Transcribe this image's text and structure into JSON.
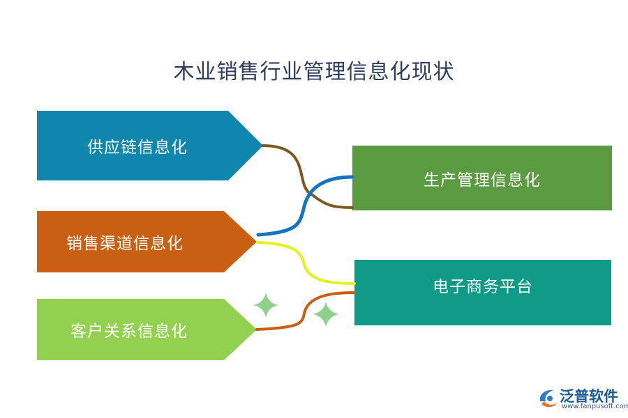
{
  "title": "木业销售行业管理信息化现状",
  "left_items": [
    {
      "label": "供应链信息化",
      "color": "#0e86ad"
    },
    {
      "label": "销售渠道信息化",
      "color": "#c85f13"
    },
    {
      "label": "客户关系信息化",
      "color": "#92d050"
    }
  ],
  "right_items": [
    {
      "label": "生产管理信息化",
      "color": "#5a9a40"
    },
    {
      "label": "电子商务平台",
      "color": "#0f9a87"
    }
  ],
  "connector_colors": [
    "#7a5a1e",
    "#1473c2",
    "#e2f21d",
    "#c85f13"
  ],
  "sparkle_color": "#8fd08a",
  "logo": {
    "name": "泛普软件",
    "url": "www.fanpusoft.com",
    "icon": "fanpu-logo-icon"
  }
}
